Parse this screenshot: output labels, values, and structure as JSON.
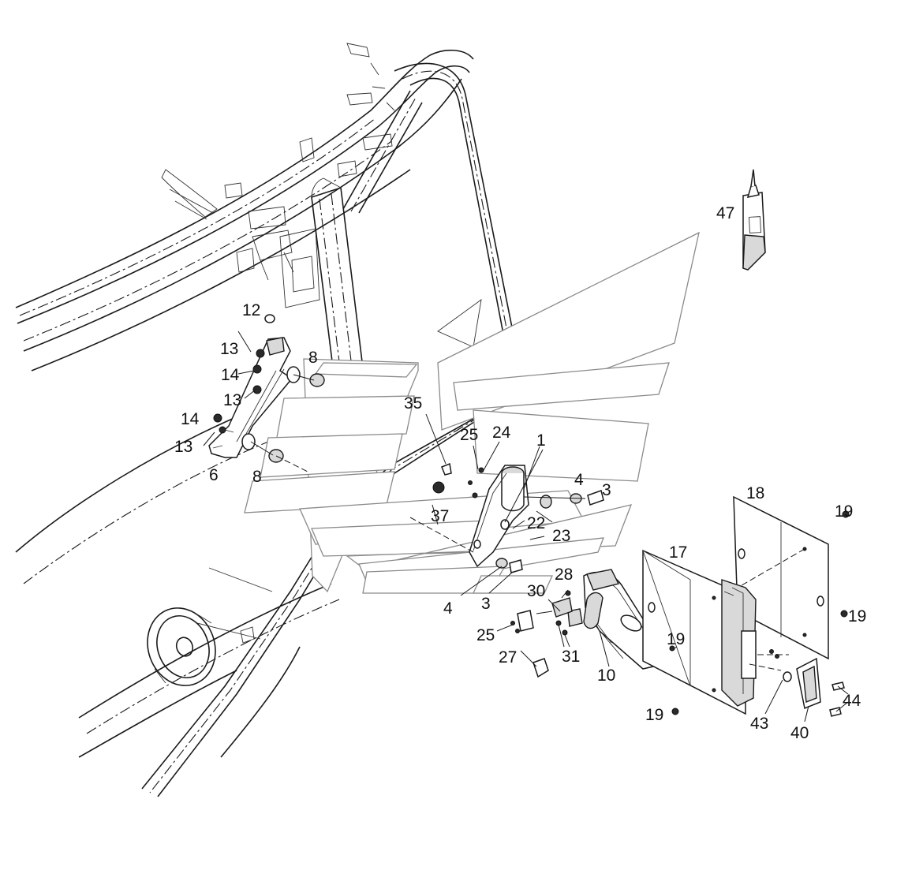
{
  "callouts": [
    {
      "id": "c47a",
      "text": "47"
    },
    {
      "id": "c12",
      "text": "12"
    },
    {
      "id": "c13a",
      "text": "13"
    },
    {
      "id": "c14a",
      "text": "14"
    },
    {
      "id": "c13b",
      "text": "13"
    },
    {
      "id": "c8a",
      "text": "8"
    },
    {
      "id": "c14b",
      "text": "14"
    },
    {
      "id": "c13c",
      "text": "13"
    },
    {
      "id": "c6",
      "text": "6"
    },
    {
      "id": "c8b",
      "text": "8"
    },
    {
      "id": "c35",
      "text": "35"
    },
    {
      "id": "c25a",
      "text": "25"
    },
    {
      "id": "c24",
      "text": "24"
    },
    {
      "id": "c1",
      "text": "1"
    },
    {
      "id": "c4a",
      "text": "4"
    },
    {
      "id": "c3a",
      "text": "3"
    },
    {
      "id": "c37",
      "text": "37"
    },
    {
      "id": "c22",
      "text": "22"
    },
    {
      "id": "c23",
      "text": "23"
    },
    {
      "id": "c18",
      "text": "18"
    },
    {
      "id": "c19a",
      "text": "19"
    },
    {
      "id": "c17",
      "text": "17"
    },
    {
      "id": "c28",
      "text": "28"
    },
    {
      "id": "c30",
      "text": "30"
    },
    {
      "id": "c4b",
      "text": "4"
    },
    {
      "id": "c3b",
      "text": "3"
    },
    {
      "id": "c19b",
      "text": "19"
    },
    {
      "id": "c25b",
      "text": "25"
    },
    {
      "id": "c19c",
      "text": "19"
    },
    {
      "id": "c27",
      "text": "27"
    },
    {
      "id": "c31",
      "text": "31"
    },
    {
      "id": "c10",
      "text": "10"
    },
    {
      "id": "c44",
      "text": "44"
    },
    {
      "id": "c19d",
      "text": "19"
    },
    {
      "id": "c43",
      "text": "43"
    },
    {
      "id": "c40",
      "text": "40"
    }
  ]
}
